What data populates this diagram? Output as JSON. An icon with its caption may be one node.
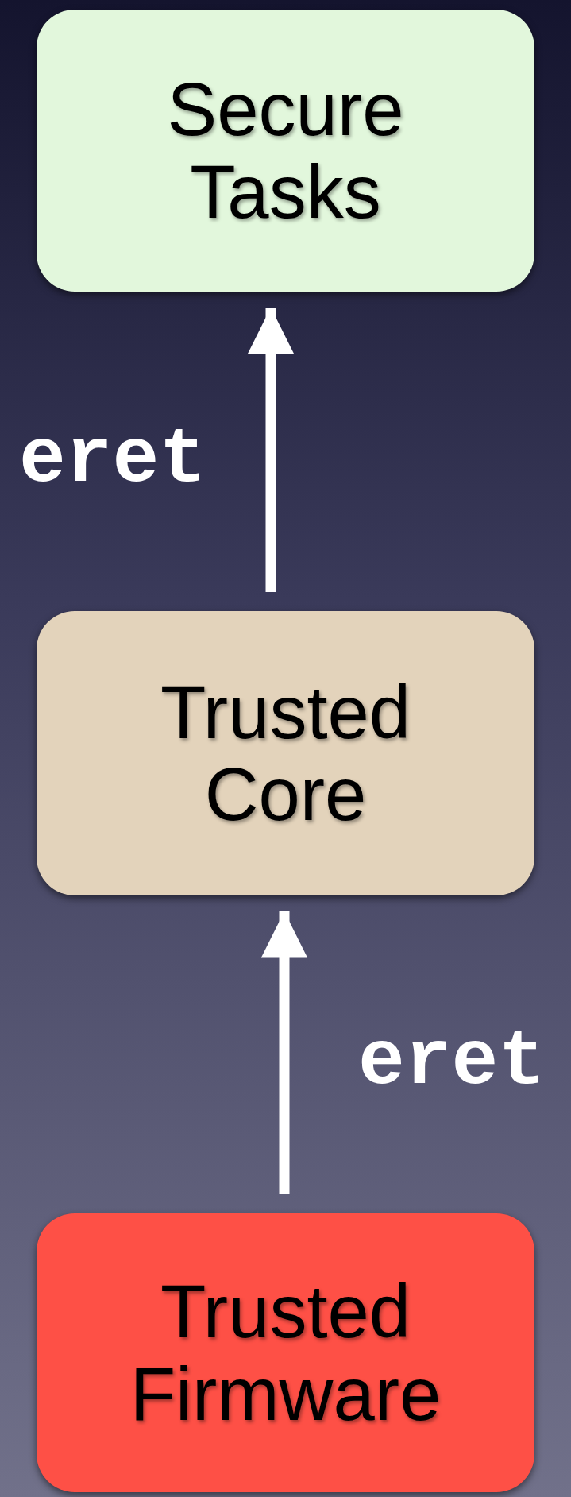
{
  "diagram": {
    "nodes": [
      {
        "text": [
          "Secure Tasks"
        ]
      },
      {
        "text": [
          "Trusted Core"
        ]
      },
      {
        "text": [
          "Trusted Firmware"
        ]
      }
    ],
    "edges": [
      {
        "from": 1,
        "to": 0,
        "arrow": "to",
        "label": "eret"
      },
      {
        "from": 2,
        "to": 1,
        "arrow": "to",
        "label": "eret"
      }
    ]
  }
}
